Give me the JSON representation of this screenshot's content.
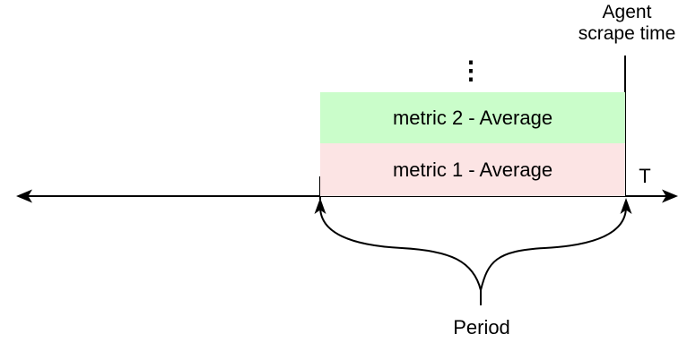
{
  "diagram": {
    "agent_label": {
      "line1": "Agent",
      "line2": "scrape time"
    },
    "ellipsis": "⋮",
    "bars": [
      {
        "label": "metric 2 - Average",
        "color": "#cafdca"
      },
      {
        "label": "metric 1 - Average",
        "color": "#fce4e4"
      }
    ],
    "t_label": "T",
    "period_label": "Period",
    "line_color": "#000000"
  }
}
